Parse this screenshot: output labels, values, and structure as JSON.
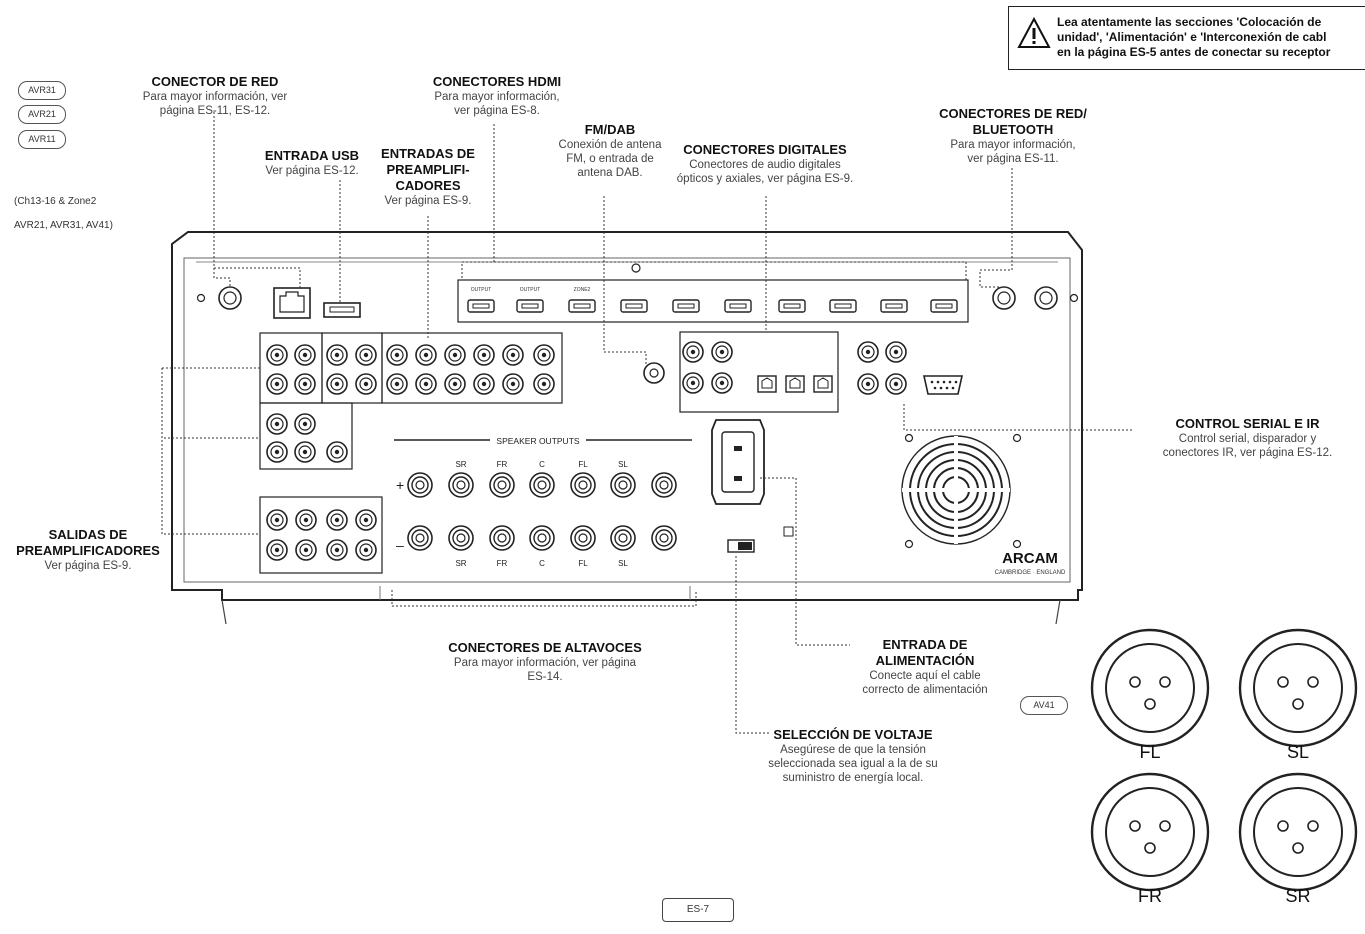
{
  "warning": {
    "line1": "Lea atentamente las secciones 'Colocación de",
    "line2": "unidad', 'Alimentación' e 'Interconexión de cabl",
    "line3": "en la página ES-5 antes de conectar su receptor"
  },
  "models": [
    "AVR31",
    "AVR21",
    "AVR11"
  ],
  "av41_badge": "AV41",
  "note_line1": "(Ch13-16 & Zone2",
  "note_line2": "AVR21, AVR31, AV41)",
  "callouts": {
    "red": {
      "title": "CONECTOR DE RED",
      "l1": "Para mayor información, ver",
      "l2": "página ES-11, ES-12."
    },
    "usb": {
      "title": "ENTRADA USB",
      "l1": "Ver página ES-12."
    },
    "preamp_in": {
      "t1": "ENTRADAS DE",
      "t2": "PREAMPLIFI-",
      "t3": "CADORES",
      "l1": "Ver página ES-9."
    },
    "hdmi": {
      "title": "CONECTORES HDMI",
      "l1": "Para mayor información,",
      "l2": "ver página ES-8."
    },
    "fmdab": {
      "title": "FM/DAB",
      "l1": "Conexión de antena",
      "l2": "FM, o entrada de",
      "l3": "antena DAB."
    },
    "digital": {
      "title": "CONECTORES DIGITALES",
      "l1": "Conectores de audio digitales",
      "l2": "ópticos y axiales, ver página ES-9."
    },
    "bt": {
      "t1": "CONECTORES DE RED/",
      "t2": "BLUETOOTH",
      "l1": "Para mayor información,",
      "l2": "ver página ES-11."
    },
    "serial": {
      "title": "CONTROL SERIAL E IR",
      "l1": "Control serial, disparador y",
      "l2": "conectores IR, ver página ES-12."
    },
    "preamp_out": {
      "t1": "SALIDAS DE",
      "t2": "PREAMPLIFICADORES",
      "l1": "Ver página ES-9."
    },
    "speakers": {
      "title": "CONECTORES DE ALTAVOCES",
      "l1": "Para mayor información, ver página",
      "l2": "ES-14."
    },
    "power": {
      "t1": "ENTRADA DE",
      "t2": "ALIMENTACIÓN",
      "l1": "Conecte aquí el cable",
      "l2": "correcto de alimentación"
    },
    "voltage": {
      "title": "SELECCIÓN DE VOLTAJE",
      "l1": "Asegúrese de que la tensión",
      "l2": "seleccionada sea igual a la de su",
      "l3": "suministro de energía local."
    }
  },
  "panel": {
    "speaker_outputs": "SPEAKER OUTPUTS",
    "speaker_labels": [
      "SR",
      "FR",
      "C",
      "FL",
      "SL"
    ],
    "brand": "ARCAM",
    "brand_sub": "CAMBRIDGE · ENGLAND",
    "hdmi_labels": [
      "OUTPUT",
      "OUTPUT",
      "ZONE2"
    ],
    "plus": "+",
    "minus": "–"
  },
  "xlr_labels": [
    "FL",
    "SL",
    "FR",
    "SR"
  ],
  "page_number": "ES-7"
}
